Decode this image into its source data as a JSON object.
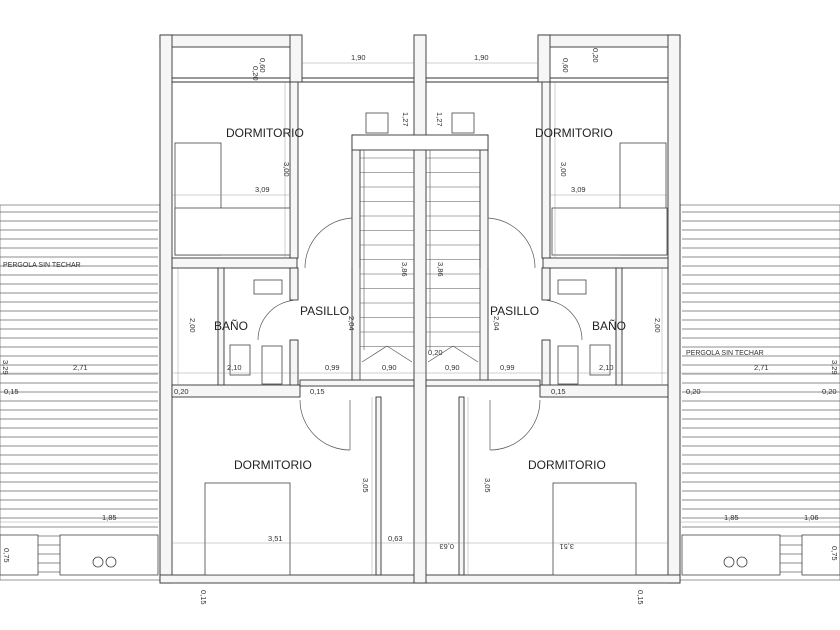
{
  "plan": {
    "rooms": {
      "dormitorio": "DORMITORIO",
      "pasillo": "PASILLO",
      "bano": "BAÑO"
    },
    "labels": {
      "pergola": "PERGOLA SIN TECHAR"
    },
    "dims": {
      "d_020": "0,20",
      "d_060": "0,60",
      "d_190": "1,90",
      "d_127": "1,27",
      "d_300": "3,00",
      "d_309": "3,09",
      "d_386": "3,86",
      "d_204": "2,04",
      "d_200": "2,00",
      "d_210": "2,10",
      "d_271": "2,71",
      "d_015": "0,15",
      "d_099": "0,99",
      "d_090": "0,90",
      "d_305": "3,05",
      "d_351": "3,51",
      "d_063": "0,63",
      "d_185": "1,85",
      "d_106": "1,06",
      "d_075": "0,75",
      "d_329": "3,29"
    }
  }
}
